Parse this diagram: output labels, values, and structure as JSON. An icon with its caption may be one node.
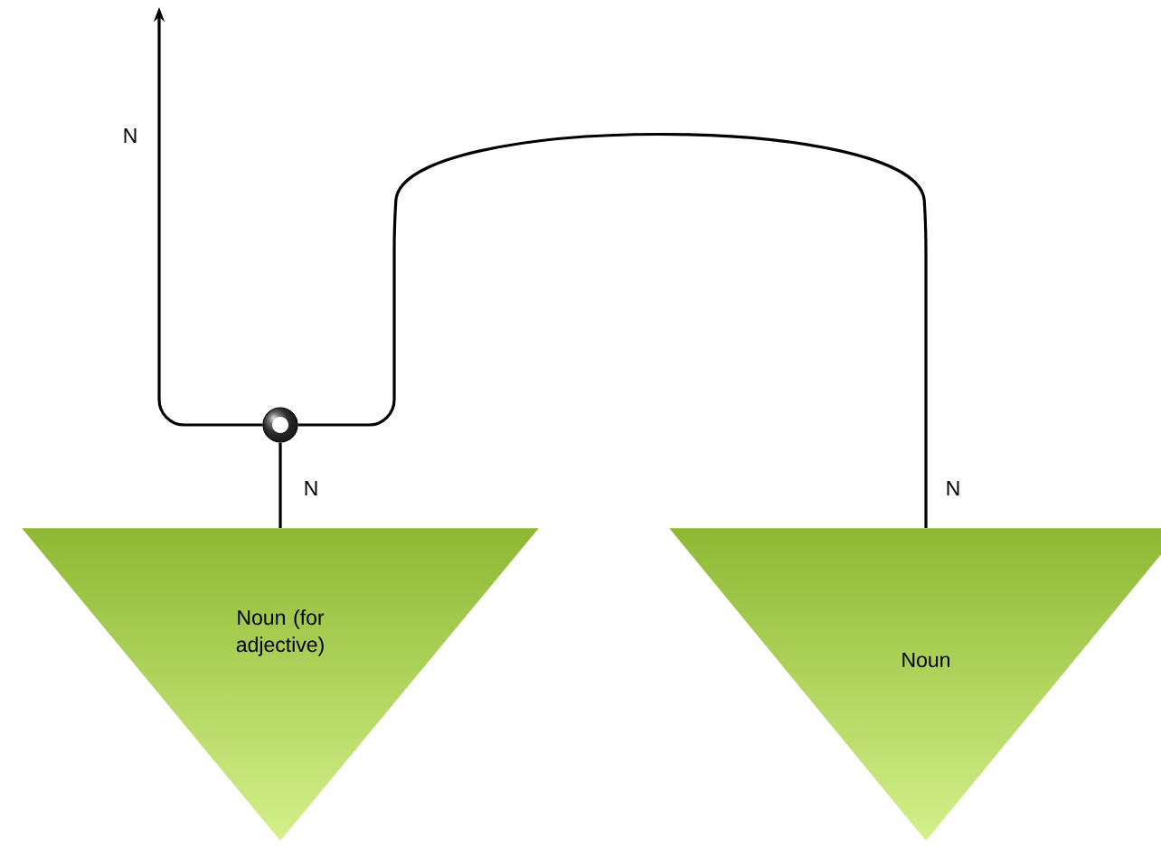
{
  "diagram": {
    "nodes": [
      {
        "text": [],
        "shape": "circle"
      },
      {
        "text": [
          "Noun (for adjective)"
        ]
      },
      {
        "text": [
          "Noun"
        ]
      }
    ],
    "edges": [
      {
        "from": 1,
        "to": 0,
        "arrow": "none",
        "label": "N"
      },
      {
        "from": 0,
        "to": null,
        "arrow": "to",
        "label": "N"
      },
      {
        "from": 2,
        "to": 0,
        "arrow": "none",
        "label": "N"
      }
    ]
  }
}
